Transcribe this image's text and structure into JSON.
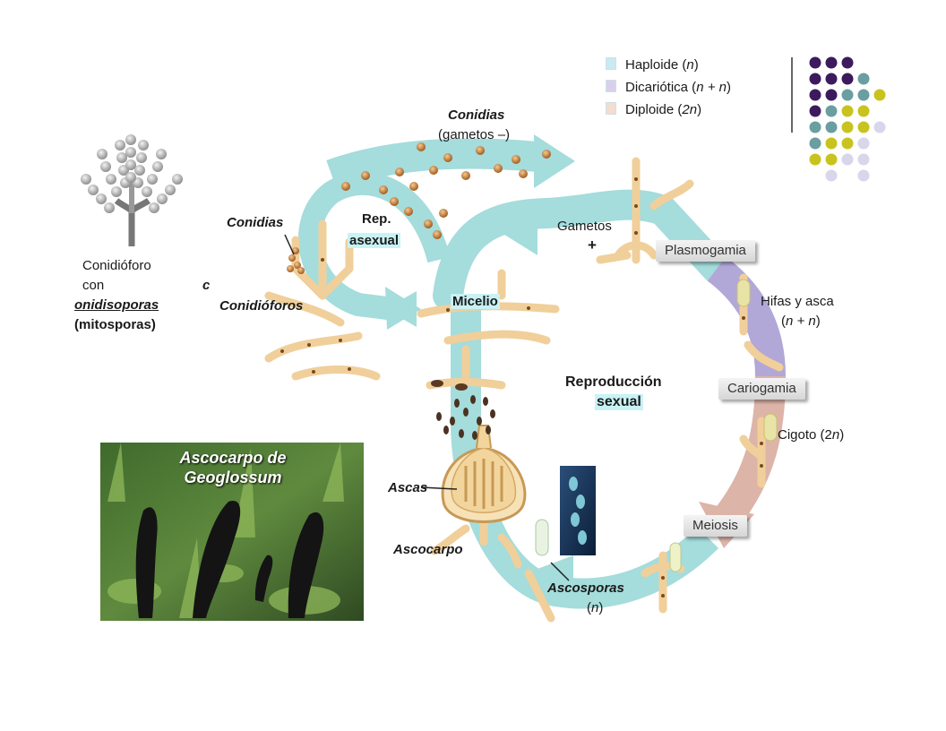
{
  "legend": {
    "items": [
      {
        "label_main": "Haploide (",
        "label_var": "n",
        "label_end": ")",
        "color": "#c9eaf0"
      },
      {
        "label_main": "Dicariótica (",
        "label_var": "n + n",
        "label_end": ")",
        "color": "#d8d0ea"
      },
      {
        "label_main": "Diploide (",
        "label_var": "2n",
        "label_end": ")",
        "color": "#f3dcd0"
      }
    ]
  },
  "dot_colors": {
    "purple": "#3d1a5e",
    "teal": "#6a9ea0",
    "yellow": "#c8c31e",
    "lavender": "#d8d6ea"
  },
  "cycle_colors": {
    "haploid": "#a5dcdc",
    "dikaryotic": "#b1a8d8",
    "diploid": "#ddb4a8",
    "hypha": "#f3d6a6"
  },
  "labels": {
    "conidias_top": "Conidias",
    "gametos_menos": "(gametos –)",
    "conidias_left": "Conidias",
    "rep": "Rep.",
    "asexual": "asexual",
    "gametos": "Gametos",
    "plus": "+",
    "micelio": "Micelio",
    "conidioforos": "Conidióforos",
    "conidioforo_line1": "Conidióforo",
    "conidioforo_line2": "con",
    "conidioforo_c": "c",
    "conidioforo_line3": "onidisoporas",
    "conidioforo_line4": "(mitosporas)",
    "hifas_asca": "Hifas y asca",
    "hifas_paren_open": "(",
    "hifas_var": "n + n",
    "hifas_paren_close": ")",
    "reproduccion": "Reproducción",
    "sexual": "sexual",
    "cigoto": "Cigoto (2",
    "cigoto_var": "n",
    "cigoto_end": ")",
    "ascas": "Ascas",
    "ascocarpo": "Ascocarpo",
    "ascosporas": "Ascosporas",
    "ascosporas_paren_open": "(",
    "ascosporas_var": "n",
    "ascosporas_paren_close": ")",
    "photo_title_line1": "Ascocarpo de",
    "photo_title_line2": "Geoglossum"
  },
  "stages": {
    "plasmogamia": "Plasmogamia",
    "cariogamia": "Cariogamia",
    "meiosis": "Meiosis"
  }
}
